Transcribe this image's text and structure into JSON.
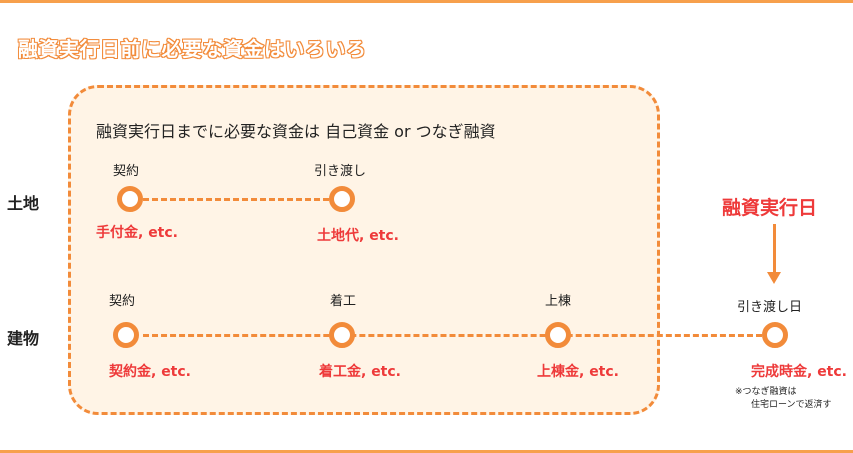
{
  "title": "融資実行日前に必要な資金はいろいろ",
  "panel_caption": "融資実行日までに必要な資金は 自己資金 or つなぎ融資",
  "rows": {
    "land": "土地",
    "building": "建物"
  },
  "land": {
    "stages": [
      "契約",
      "引き渡し"
    ],
    "costs": [
      "手付金, etc.",
      "土地代, etc."
    ]
  },
  "building": {
    "stages": [
      "契約",
      "着工",
      "上棟",
      "引き渡し日"
    ],
    "costs": [
      "契約金, etc.",
      "着工金, etc.",
      "上棟金, etc.",
      "完成時金, etc."
    ]
  },
  "execution_day": "融資実行日",
  "note": {
    "line1": "※つなぎ融資は",
    "line2": "住宅ローンで返済す"
  },
  "colors": {
    "accent": "#f28b3a",
    "panel_bg": "#fff4e6",
    "highlight": "#ee3a3a"
  }
}
